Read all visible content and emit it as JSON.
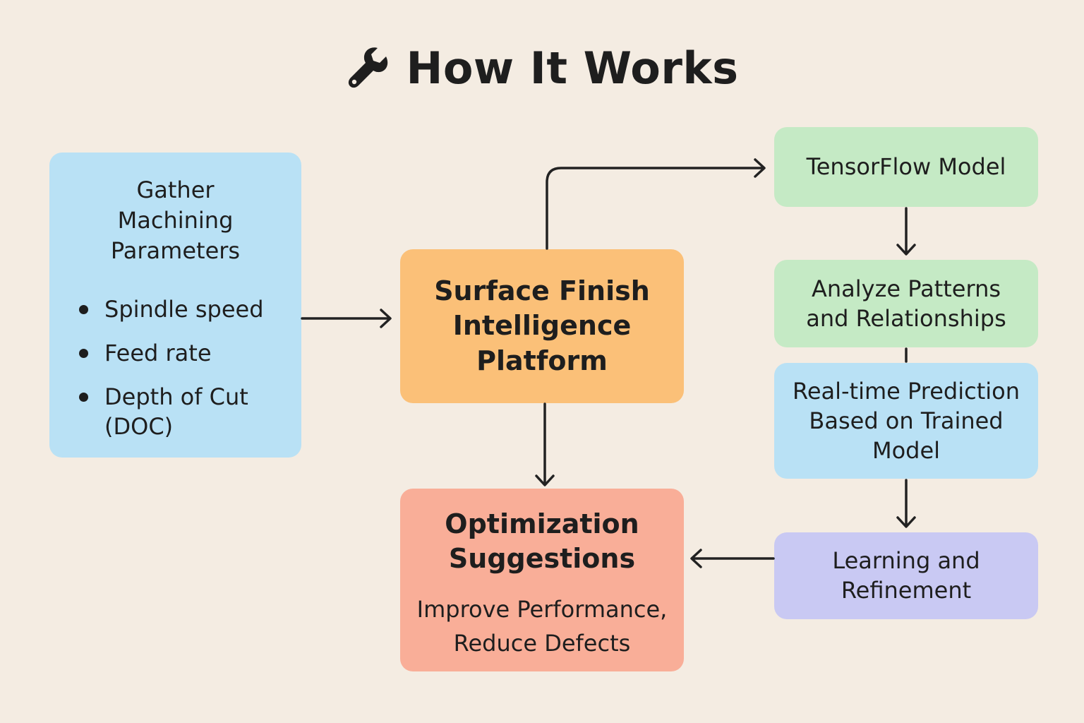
{
  "title": {
    "text": "How It Works",
    "icon": "wrench-icon"
  },
  "nodes": {
    "gather": {
      "label": "Gather\nMachining\nParameters",
      "items": [
        "Spindle speed",
        "Feed rate",
        "Depth of Cut\n(DOC)"
      ],
      "color": "#B9E1F5"
    },
    "platform": {
      "label": "Surface Finish\nIntelligence\nPlatform",
      "color": "#FBC078"
    },
    "tensorflow": {
      "label": "TensorFlow Model",
      "color": "#C5EAC5"
    },
    "analyze": {
      "label": "Analyze Patterns\nand Relationships",
      "color": "#C5EAC5"
    },
    "realtime": {
      "label": "Real-time Prediction\nBased on Trained\nModel",
      "color": "#B9E1F5"
    },
    "learning": {
      "label": "Learning and\nRefinement",
      "color": "#C9C9F3"
    },
    "optimization": {
      "label": "Optimization\nSuggestions",
      "sublabel": "Improve Performance,\nReduce Defects",
      "color": "#F9AE98"
    }
  },
  "edges": [
    {
      "from": "gather",
      "to": "platform"
    },
    {
      "from": "platform",
      "to": "tensorflow"
    },
    {
      "from": "tensorflow",
      "to": "analyze"
    },
    {
      "from": "analyze",
      "to": "realtime"
    },
    {
      "from": "realtime",
      "to": "learning"
    },
    {
      "from": "learning",
      "to": "optimization"
    },
    {
      "from": "platform",
      "to": "optimization"
    }
  ]
}
